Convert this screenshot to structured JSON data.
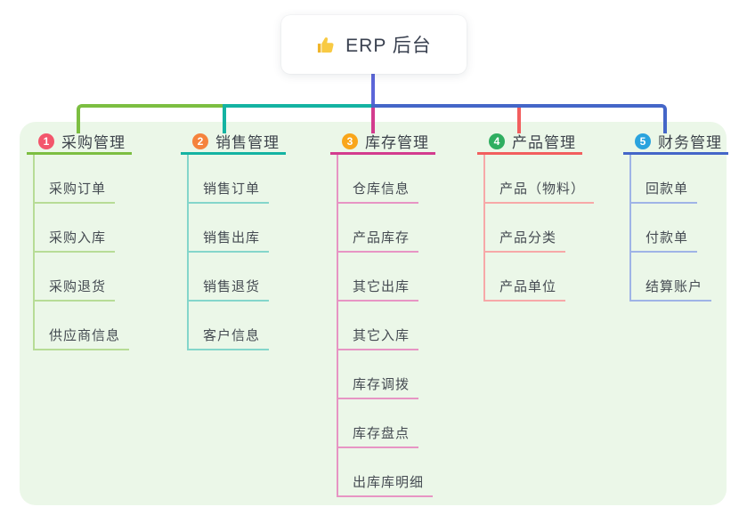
{
  "root": {
    "icon": "thumbs-up-icon",
    "label": "ERP 后台",
    "line_color": "#5c66d9"
  },
  "panel_color": "#ebf7e8",
  "branches": [
    {
      "index": "1",
      "label": "采购管理",
      "badge_color": "#f3566c",
      "line_color": "#7cbe41",
      "light_color": "#b7dc96",
      "children": [
        "采购订单",
        "采购入库",
        "采购退货",
        "供应商信息"
      ]
    },
    {
      "index": "2",
      "label": "销售管理",
      "badge_color": "#f5833d",
      "line_color": "#14b3a2",
      "light_color": "#84d6cb",
      "children": [
        "销售订单",
        "销售出库",
        "销售退货",
        "客户信息"
      ]
    },
    {
      "index": "3",
      "label": "库存管理",
      "badge_color": "#f9a61b",
      "line_color": "#d33c8e",
      "light_color": "#e795c4",
      "children": [
        "仓库信息",
        "产品库存",
        "其它出库",
        "其它入库",
        "库存调拨",
        "库存盘点",
        "出库库明细"
      ]
    },
    {
      "index": "4",
      "label": "产品管理",
      "badge_color": "#2fae60",
      "line_color": "#f25e5e",
      "light_color": "#f7a8a8",
      "children": [
        "产品（物料）",
        "产品分类",
        "产品单位"
      ]
    },
    {
      "index": "5",
      "label": "财务管理",
      "badge_color": "#2aa3de",
      "line_color": "#4466c8",
      "light_color": "#9fb4e6",
      "children": [
        "回款单",
        "付款单",
        "结算账户"
      ]
    }
  ]
}
